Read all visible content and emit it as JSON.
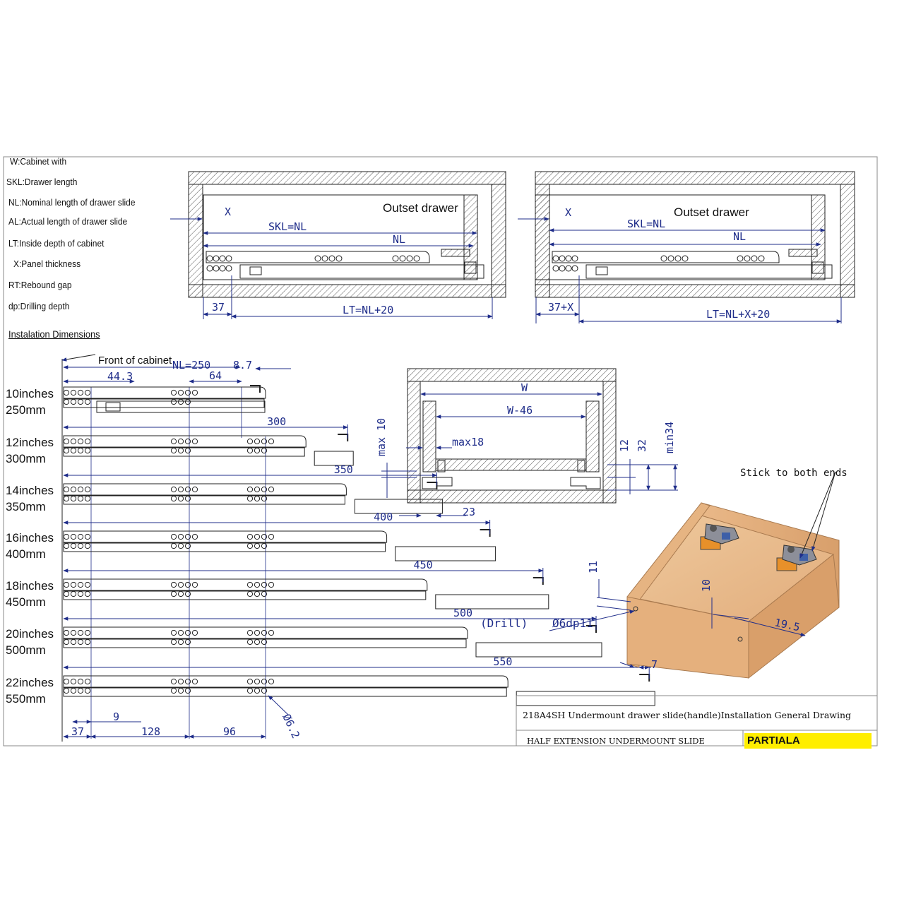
{
  "legend": [
    "W:Cabinet with",
    "SKL:Drawer length",
    "NL:Nominal length of drawer slide",
    "AL:Actual length of drawer slide",
    "LT:Inside depth of cabinet",
    "X:Panel thickness",
    "RT:Rebound gap",
    "dp:Drilling depth"
  ],
  "section_title": "Instalation Dimensions",
  "top_left_view": {
    "title": "Outset drawer",
    "x": "X",
    "skl": "SKL=NL",
    "nl": "NL",
    "offset": "37",
    "lt": "LT=NL+20"
  },
  "top_right_view": {
    "title": "Outset drawer",
    "x": "X",
    "skl": "SKL=NL",
    "nl": "NL",
    "offset": "37+X",
    "lt": "LT=NL+X+20"
  },
  "slides_view": {
    "front_label": "Front of cabinet",
    "dim_44": "44.3",
    "dim_nl250": "NL=250",
    "dim_64": "64",
    "dim_87": "8.7",
    "sizes": [
      {
        "inch": "10inches",
        "mm": "250mm",
        "nl": ""
      },
      {
        "inch": "12inches",
        "mm": "300mm",
        "nl": "300"
      },
      {
        "inch": "14inches",
        "mm": "350mm",
        "nl": "350"
      },
      {
        "inch": "16inches",
        "mm": "400mm",
        "nl": "400"
      },
      {
        "inch": "18inches",
        "mm": "450mm",
        "nl": "450"
      },
      {
        "inch": "20inches",
        "mm": "500mm",
        "nl": "500"
      },
      {
        "inch": "22inches",
        "mm": "550mm",
        "nl": "550"
      }
    ],
    "bottom_dims": {
      "d37": "37",
      "d9": "9",
      "d128": "128",
      "d96": "96",
      "hole": "Ø6.2"
    }
  },
  "section_view": {
    "w": "W",
    "w46": "W-46",
    "max10": "max 10",
    "max18": "max18",
    "d12": "12",
    "d32": "32",
    "min34": "min34",
    "d23": "23"
  },
  "drawer_3d": {
    "stick": "Stick to both ends",
    "d11": "11",
    "d10": "10",
    "d195": "19.5",
    "drill": "(Drill)",
    "drill_spec": "Ø6dp11",
    "d7": "7"
  },
  "title_block": {
    "title": "218A4SH Undermount drawer slide(handle)Installation General Drawing",
    "subtitle": "HALF EXTENSION UNDERMOUNT SLIDE",
    "badge": "PARTIALA"
  },
  "colors": {
    "dimension": "#1f2d8a",
    "line": "#222222",
    "wood": "#e9b98a",
    "badge": "#ffee00"
  }
}
